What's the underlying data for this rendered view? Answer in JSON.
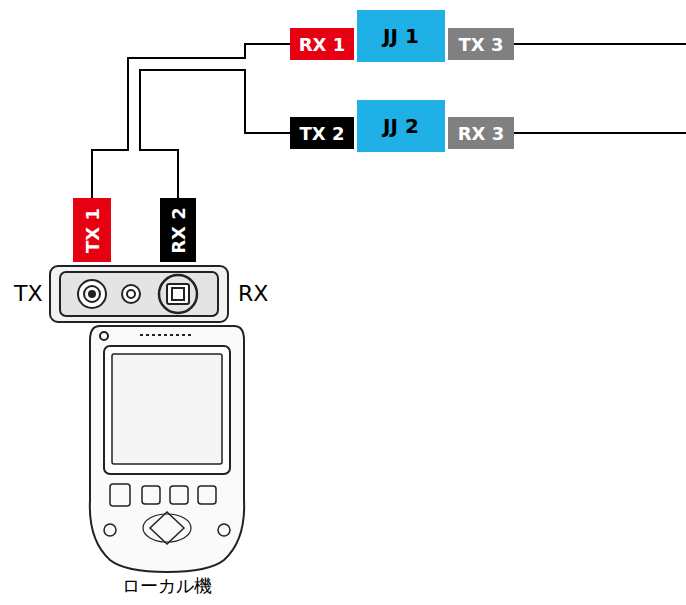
{
  "diagram": {
    "nodes": [
      {
        "text": [
          "RX 1"
        ]
      },
      {
        "text": [
          "JJ 1"
        ]
      },
      {
        "text": [
          "TX 3"
        ]
      },
      {
        "text": [
          "TX 2"
        ]
      },
      {
        "text": [
          "JJ 2"
        ]
      },
      {
        "text": [
          "RX 3"
        ]
      },
      {
        "text": [
          "TX 1"
        ]
      },
      {
        "text": [
          "RX 2"
        ]
      }
    ],
    "edges": [
      {
        "from": 6,
        "to": 0,
        "arrow": "none"
      },
      {
        "from": 3,
        "to": 7,
        "arrow": "none"
      }
    ],
    "labels": [
      "TX",
      "RX",
      "ローカル機"
    ]
  }
}
